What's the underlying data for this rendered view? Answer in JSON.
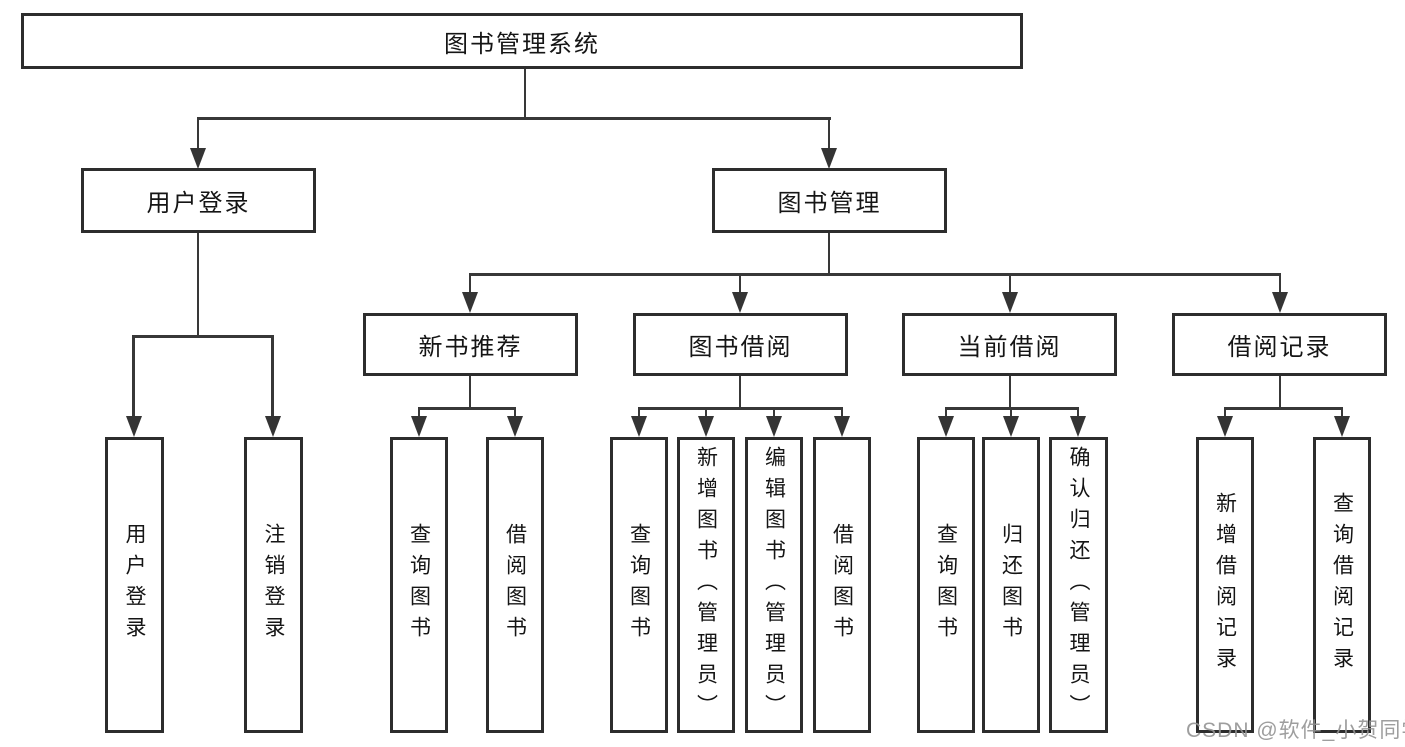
{
  "diagram_title": "图书管理系统",
  "tree": {
    "label": "图书管理系统",
    "children": [
      {
        "label": "用户登录",
        "children": [
          {
            "label": "用户登录"
          },
          {
            "label": "注销登录"
          }
        ]
      },
      {
        "label": "图书管理",
        "children": [
          {
            "label": "新书推荐",
            "children": [
              {
                "label": "查询图书"
              },
              {
                "label": "借阅图书"
              }
            ]
          },
          {
            "label": "图书借阅",
            "children": [
              {
                "label": "查询图书"
              },
              {
                "label": "新增图书（管理员）"
              },
              {
                "label": "编辑图书（管理员）"
              },
              {
                "label": "借阅图书"
              }
            ]
          },
          {
            "label": "当前借阅",
            "children": [
              {
                "label": "查询图书"
              },
              {
                "label": "归还图书"
              },
              {
                "label": "确认归还（管理员）"
              }
            ]
          },
          {
            "label": "借阅记录",
            "children": [
              {
                "label": "新增借阅记录"
              },
              {
                "label": "查询借阅记录"
              }
            ]
          }
        ]
      }
    ]
  },
  "watermark": {
    "text": "CSDN @软件_小贺同学"
  },
  "colors": {
    "box_border": "#2d2d2d",
    "connector_line": "#383838",
    "text": "#151515",
    "watermark": "#949494",
    "background": "#ffffff"
  }
}
